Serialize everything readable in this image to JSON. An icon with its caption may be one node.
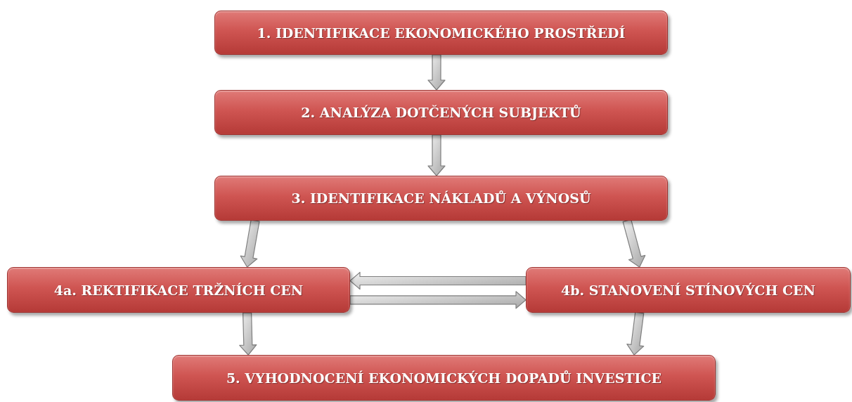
{
  "diagram": {
    "nodes": [
      {
        "text": [
          "1. IDENTIFIKACE EKONOMICKÉHO PROSTŘEDÍ"
        ]
      },
      {
        "text": [
          "2. ANALÝZA DOTČENÝCH SUBJEKTŮ"
        ]
      },
      {
        "text": [
          "3. IDENTIFIKACE NÁKLADŮ A VÝNOSŮ"
        ]
      },
      {
        "text": [
          "4a. REKTIFIKACE TRŽNÍCH CEN"
        ]
      },
      {
        "text": [
          "4b. STANOVENÍ STÍNOVÝCH CEN"
        ]
      },
      {
        "text": [
          "5. VYHODNOCENÍ EKONOMICKÝCH DOPADŮ INVESTICE"
        ]
      }
    ],
    "edges": [
      {
        "from": 0,
        "to": 1,
        "arrow": "to"
      },
      {
        "from": 1,
        "to": 2,
        "arrow": "to"
      },
      {
        "from": 2,
        "to": 3,
        "arrow": "to"
      },
      {
        "from": 2,
        "to": 4,
        "arrow": "to"
      },
      {
        "from": 4,
        "to": 3,
        "arrow": "to"
      },
      {
        "from": 3,
        "to": 4,
        "arrow": "to"
      },
      {
        "from": 3,
        "to": 5,
        "arrow": "to"
      },
      {
        "from": 4,
        "to": 5,
        "arrow": "to"
      }
    ]
  }
}
